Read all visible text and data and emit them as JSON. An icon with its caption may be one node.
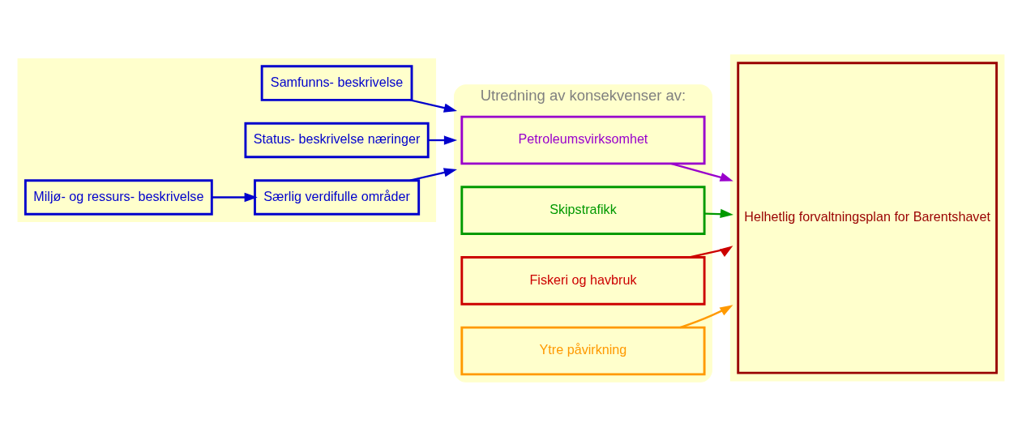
{
  "diagram": {
    "nodes": [
      {
        "text": [],
        "shape": "box"
      },
      {
        "text": [
          "Samfunns- beskrivelse"
        ],
        "in": 0
      },
      {
        "text": [
          "Status- beskrivelse næringer"
        ],
        "in": 0
      },
      {
        "text": [
          "Miljø- og ressurs- beskrivelse"
        ],
        "in": 0
      },
      {
        "text": [
          "Særlig verdifulle områder"
        ],
        "in": 0
      },
      {
        "text": [
          "Utredning av konsekvenser av:"
        ]
      },
      {
        "text": [
          "Petroleumsvirksomhet"
        ],
        "in": 5
      },
      {
        "text": [
          "Skipstrafikk"
        ],
        "in": 5
      },
      {
        "text": [
          "Fiskeri og havbruk"
        ],
        "in": 5
      },
      {
        "text": [
          "Ytre påvirkning"
        ],
        "in": 5
      },
      {
        "text": [],
        "shape": "box"
      },
      {
        "text": [
          "Helhetlig forvaltningsplan for Barentshavet"
        ],
        "in": 10
      }
    ],
    "edges": [
      {
        "from": 1,
        "to": 5,
        "arrow": "to"
      },
      {
        "from": 2,
        "to": 5,
        "arrow": "to"
      },
      {
        "from": 4,
        "to": 5,
        "arrow": "to"
      },
      {
        "from": 3,
        "to": 4,
        "arrow": "to"
      },
      {
        "from": 6,
        "to": 10,
        "arrow": "to",
        "color": "#9900cc"
      },
      {
        "from": 7,
        "to": 10,
        "arrow": "to",
        "color": "#009900"
      },
      {
        "from": 8,
        "to": 10,
        "arrow": "to",
        "color": "#cc0000"
      },
      {
        "from": 9,
        "to": 10,
        "arrow": "to",
        "color": "#ff9900"
      }
    ]
  }
}
